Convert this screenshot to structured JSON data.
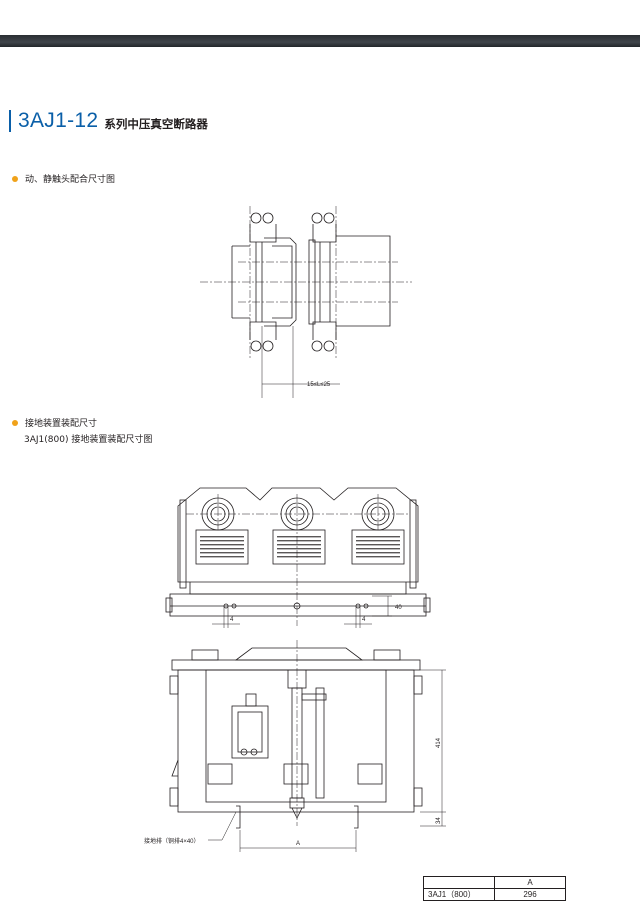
{
  "header": {
    "model": "3AJ1-12",
    "series_title": "系列中压真空断路器"
  },
  "sections": {
    "contact_heading": "动、静触头配合尺寸图",
    "grounding_heading": "接地装置装配尺寸",
    "grounding_subheading": "3AJ1(800) 接地装置装配尺寸图"
  },
  "drawing_labels": {
    "contact_range": "15≤L≤25",
    "dim_4_left": "4",
    "dim_4_right": "4",
    "dim_40": "40",
    "dim_414": "414",
    "dim_34": "34",
    "dim_A": "A",
    "ground_bar": "接地排（铜排4×40）"
  },
  "spec_table": {
    "column_header": "A",
    "row_label": "3AJ1（800）",
    "row_value": "296"
  },
  "colors": {
    "accent_blue": "#0a5fa8",
    "bullet_orange": "#f0a21a",
    "header_band": "#2a2e33"
  }
}
